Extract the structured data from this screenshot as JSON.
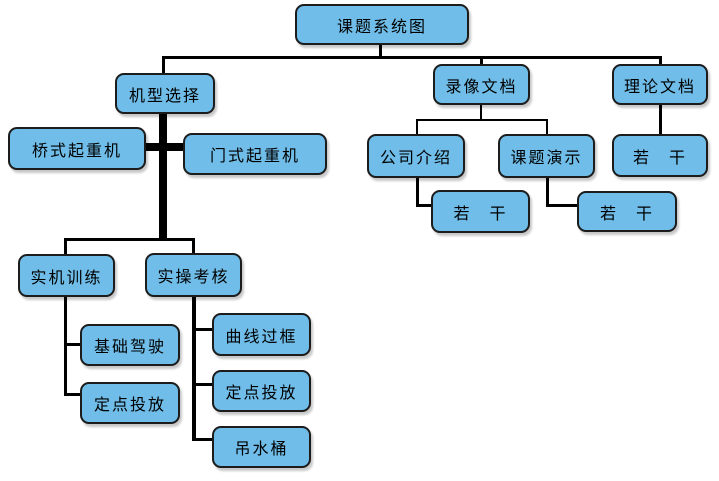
{
  "diagram": {
    "title": "课题系统图",
    "nodes": {
      "root": "课题系统图",
      "model_selection": "机型选择",
      "bridge_crane": "桥式起重机",
      "gantry_crane": "门式起重机",
      "video_docs": "录像文档",
      "theory_docs": "理论文档",
      "company_intro": "公司介绍",
      "project_demo": "课题演示",
      "theory_items": "若　干",
      "company_items": "若　干",
      "demo_items": "若　干",
      "real_training": "实机训练",
      "practical_exam": "实操考核",
      "basic_driving": "基础驾驶",
      "spot_drop_training": "定点投放",
      "curve_frame": "曲线过框",
      "spot_drop_exam": "定点投放",
      "water_bucket": "吊水桶"
    },
    "colors": {
      "node_fill": "#6FBDE8",
      "node_border": "#1C1C1C",
      "connector": "#000000",
      "background": "#FFFFFF"
    }
  }
}
